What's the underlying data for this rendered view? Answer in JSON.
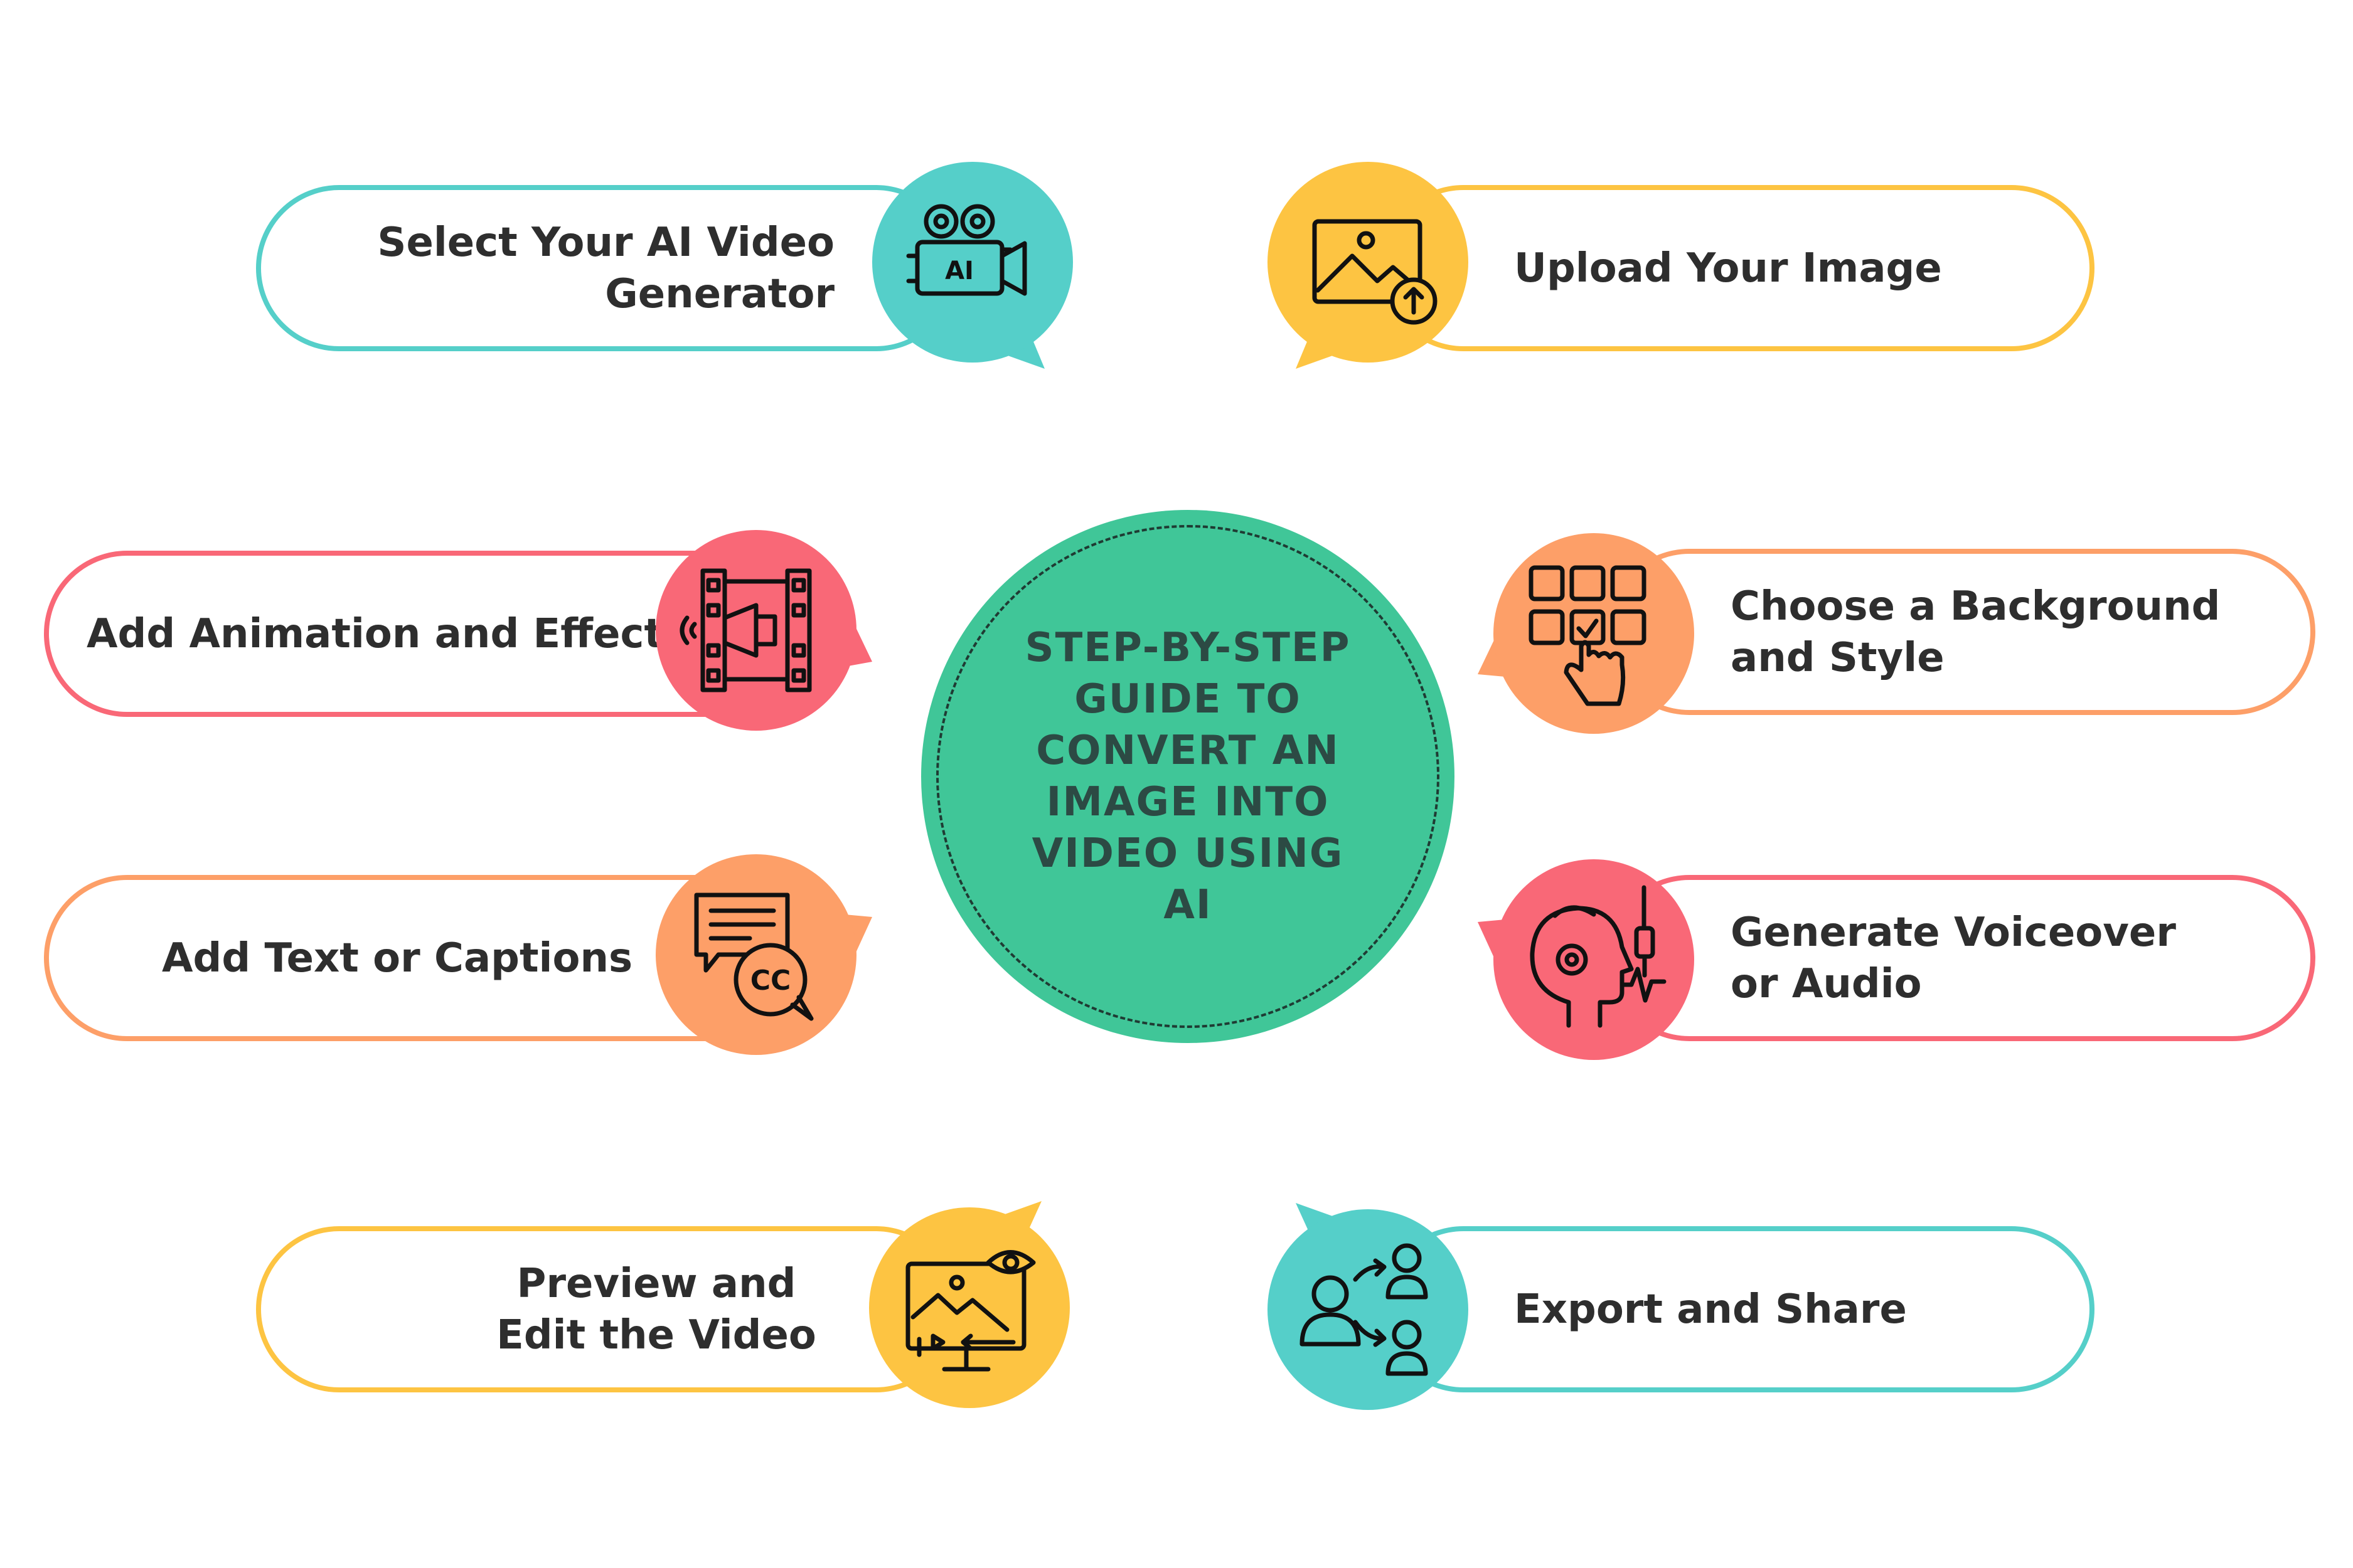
{
  "colors": {
    "teal": "#55cfc9",
    "yellow": "#fdc442",
    "coral": "#f96877",
    "orange": "#fd9f68",
    "center": "#40c698",
    "text": "#2e2e2e",
    "icon_stroke": "#111111"
  },
  "center": {
    "lines": [
      "STEP-BY-STEP",
      "GUIDE TO",
      "CONVERT AN",
      "IMAGE INTO",
      "VIDEO USING",
      "AI"
    ]
  },
  "steps": {
    "select_generator": {
      "lines": [
        "Select Your AI Video",
        "Generator"
      ],
      "color": "teal",
      "icon": "ai-video-camera-icon",
      "icon_text": "AI"
    },
    "upload_image": {
      "lines": [
        "Upload Your Image"
      ],
      "color": "yellow",
      "icon": "image-upload-icon"
    },
    "add_animation": {
      "lines": [
        "Add Animation and Effects"
      ],
      "color": "coral",
      "icon": "film-megaphone-icon"
    },
    "choose_background": {
      "lines": [
        "Choose a Background",
        "and Style"
      ],
      "color": "orange",
      "icon": "grid-select-icon"
    },
    "add_text": {
      "lines": [
        "Add Text or Captions"
      ],
      "color": "orange",
      "icon": "captions-icon",
      "icon_text": "CC"
    },
    "generate_voiceover": {
      "lines": [
        "Generate Voiceover",
        "or Audio"
      ],
      "color": "coral",
      "icon": "voice-head-icon"
    },
    "preview_edit": {
      "lines": [
        "Preview and",
        "Edit the Video"
      ],
      "color": "yellow",
      "icon": "monitor-preview-icon"
    },
    "export_share": {
      "lines": [
        "Export and Share"
      ],
      "color": "teal",
      "icon": "share-people-icon"
    }
  }
}
